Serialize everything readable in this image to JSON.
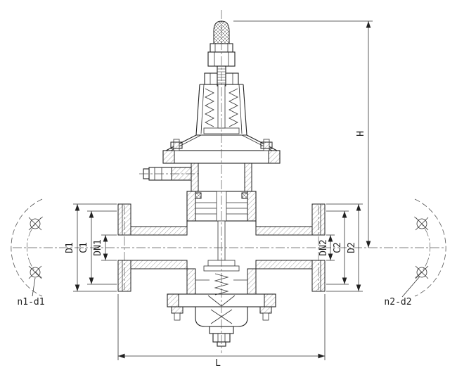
{
  "drawing": {
    "background": "#ffffff",
    "line_color": "#222222",
    "dimension_labels": {
      "overall_height": "H",
      "face_to_face_length": "L",
      "inlet_flange_od": "D1",
      "inlet_bolt_circle": "C1",
      "inlet_nominal_bore": "DN1",
      "outlet_nominal_bore": "DN2",
      "outlet_bolt_circle": "C2",
      "outlet_flange_od": "D2",
      "inlet_bolt_holes": "n1-d1",
      "outlet_bolt_holes": "n2-d2"
    }
  }
}
